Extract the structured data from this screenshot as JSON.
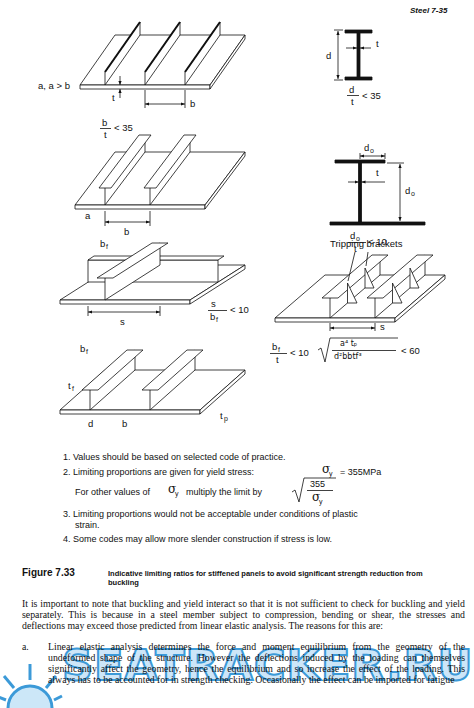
{
  "diagram": {
    "caption": "Indicative limiting ratios for stiffened panels to avoid significant strength reduction from buckling",
    "labels": [
      "Steel 7-35",
      "a, a > b",
      "t",
      "b",
      "t",
      "< 35",
      "b",
      "d",
      "t",
      "d",
      "t",
      "< 35",
      "a",
      "b",
      "d",
      "o",
      "t",
      "d",
      "o",
      "d",
      "o",
      "t",
      "< 10",
      "Tripping brackets",
      "b",
      "f",
      "s",
      "s",
      "b",
      "f",
      "< 10",
      "s",
      "b",
      "f",
      "t",
      "< 10",
      "a⁴ tₚ",
      "d²bbtf³",
      "< 60",
      "b",
      "f",
      "t",
      "f",
      "d",
      "b",
      "t",
      "p",
      "1. Values should be based on selected code of practice.",
      "2. Limiting proportions are given for yield stress:",
      "σ",
      "y",
      "= 355MPa",
      "For other values of",
      "σ",
      "y",
      "multiply the limit by",
      "355",
      "σ",
      "y",
      "3. Limiting proportions would not be acceptable under conditions of plastic strain.",
      "4. Some codes may allow more slender construction if stress is low.",
      "Figure 7.33",
      "It is important to note that buckling and yield interact so that it is not sufficient to check for buckling and yield separately. This is because in a steel member subject to compression, bending or shear, the stresses and deflections may exceed those predicted from linear elastic analysis. The reasons for this are:",
      "a.",
      "Linear elastic analysis determines the force and moment equilibrium from the geometry of the undeformed shape of the structure. However the deflections induced by the loading can themselves significantly affect the geometry, hence the equilibrium and so increase the effect of the loading. This always has to be accounted for in strength checking. Occasionally the effect can be imported for fatigue",
      "SEATRACKER.RU"
    ]
  }
}
